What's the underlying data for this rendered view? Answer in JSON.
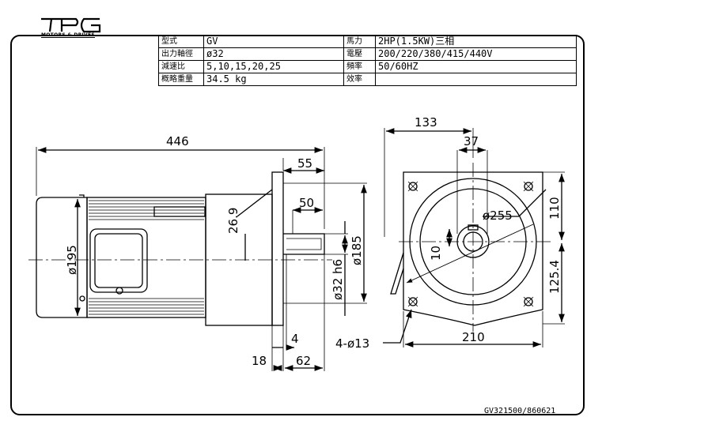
{
  "logo": {
    "mark": "TPG",
    "subtitle": "MOTORS & DRIVES"
  },
  "spec_table": {
    "rows": [
      {
        "label": "型式",
        "value": "GV",
        "label2": "馬力",
        "value2": "2HP(1.5KW)三相"
      },
      {
        "label": "出力軸徑",
        "value": "ø32",
        "label2": "電壓",
        "value2": "200/220/380/415/440V"
      },
      {
        "label": "減速比",
        "value": "5,10,15,20,25",
        "label2": "頻率",
        "value2": "50/60HZ"
      },
      {
        "label": "概略重量",
        "value": "34.5 kg",
        "label2": "效率",
        "value2": ""
      }
    ]
  },
  "dimensions": {
    "overall_length": "446",
    "flange_to_shaft_end": "55",
    "shaft_length": "50",
    "key_height": "26.9",
    "motor_diameter": "ø195",
    "flange_spigot": "ø185",
    "shaft_diameter": "ø32 h6",
    "flange_thickness": "18",
    "shaft_shoulder": "4",
    "shaft_overall": "62",
    "width_133": "133",
    "key_width": "37",
    "pcd": "ø255",
    "key_10": "10",
    "height_top": "110",
    "height_bottom": "125.4",
    "base_width": "210",
    "mount_holes": "4-ø13"
  },
  "drawing_number": "GV321500/860621"
}
